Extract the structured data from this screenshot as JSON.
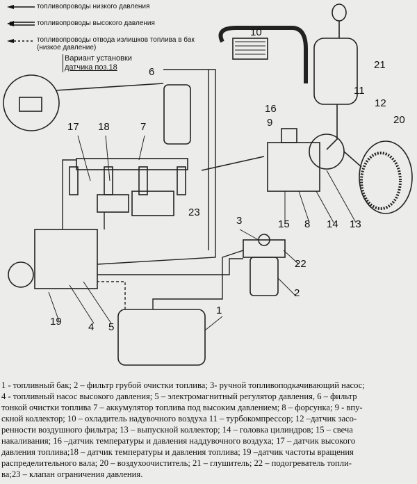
{
  "legend": [
    {
      "label": "топливопроводы низкого давления",
      "line": "solid"
    },
    {
      "label": "топливопроводы высокого давления",
      "line": "double"
    },
    {
      "label": "топливопроводы отвода излишков топлива в бак",
      "label2": "(низкое давление)",
      "line": "dashed"
    }
  ],
  "variant_note": {
    "line1": "Вариант установки",
    "line2": "датчика поз.18"
  },
  "callouts": [
    "1",
    "2",
    "3",
    "4",
    "5",
    "6",
    "7",
    "8",
    "9",
    "10",
    "11",
    "12",
    "13",
    "14",
    "15",
    "16",
    "17",
    "18",
    "19",
    "20",
    "21",
    "22",
    "23"
  ],
  "caption": [
    "1 - топливный бак; 2 – фильтр грубой очистки топлива; 3- ручной топливоподкачивающий насос;",
    "4 - топливный насос высокого давления; 5 – электромагнитный регулятор давления, 6 – фильтр",
    "тонкой очистки топлива 7 – аккумулятор топлива под высоким давлением; 8 – форсунка; 9 - впу-",
    "скной коллектор; 10 – охладитель надувочного воздуха 11 – турбокомпрессор; 12 –датчик засо-",
    "ренности воздушного фильтра; 13 – выпускной коллектор; 14 – головка цилиндров; 15 – свеча",
    "накаливания; 16 –датчик температуры и давления наддувочного воздуха;  17 – датчик высокого",
    "давления топлива;18 – датчик температуры и давления топлива; 19 –датчик частоты вращения",
    "распределительного вала; 20 – воздухоочиститель; 21 – глушитель; 22 – подогреватель топли-",
    "ва;23 – клапан ограничения давления."
  ]
}
